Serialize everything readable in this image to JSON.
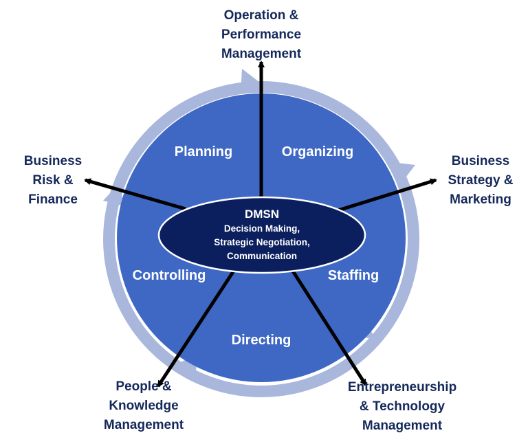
{
  "colors": {
    "ring": "#a9b7dc",
    "wheel": "#3e68c4",
    "core_fill": "#0b1f5e",
    "core_stroke": "#ffffff",
    "arrow": "#000000",
    "outer_text": "#14285a",
    "inner_text": "#ffffff"
  },
  "core": {
    "title": "DMSN",
    "lines": [
      "Decision Making,",
      "Strategic Negotiation,",
      "Communication"
    ]
  },
  "segments": {
    "planning": "Planning",
    "organizing": "Organizing",
    "staffing": "Staffing",
    "directing": "Directing",
    "controlling": "Controlling"
  },
  "outputs": {
    "operation": [
      "Operation &",
      "Performance",
      "Management"
    ],
    "strategy": [
      "Business",
      "Strategy &",
      "Marketing"
    ],
    "entrepreneurship": [
      "Entrepreneurship",
      "& Technology",
      "Management"
    ],
    "people": [
      "People &",
      "Knowledge",
      "Management"
    ],
    "risk": [
      "Business",
      "Risk &",
      "Finance"
    ]
  }
}
